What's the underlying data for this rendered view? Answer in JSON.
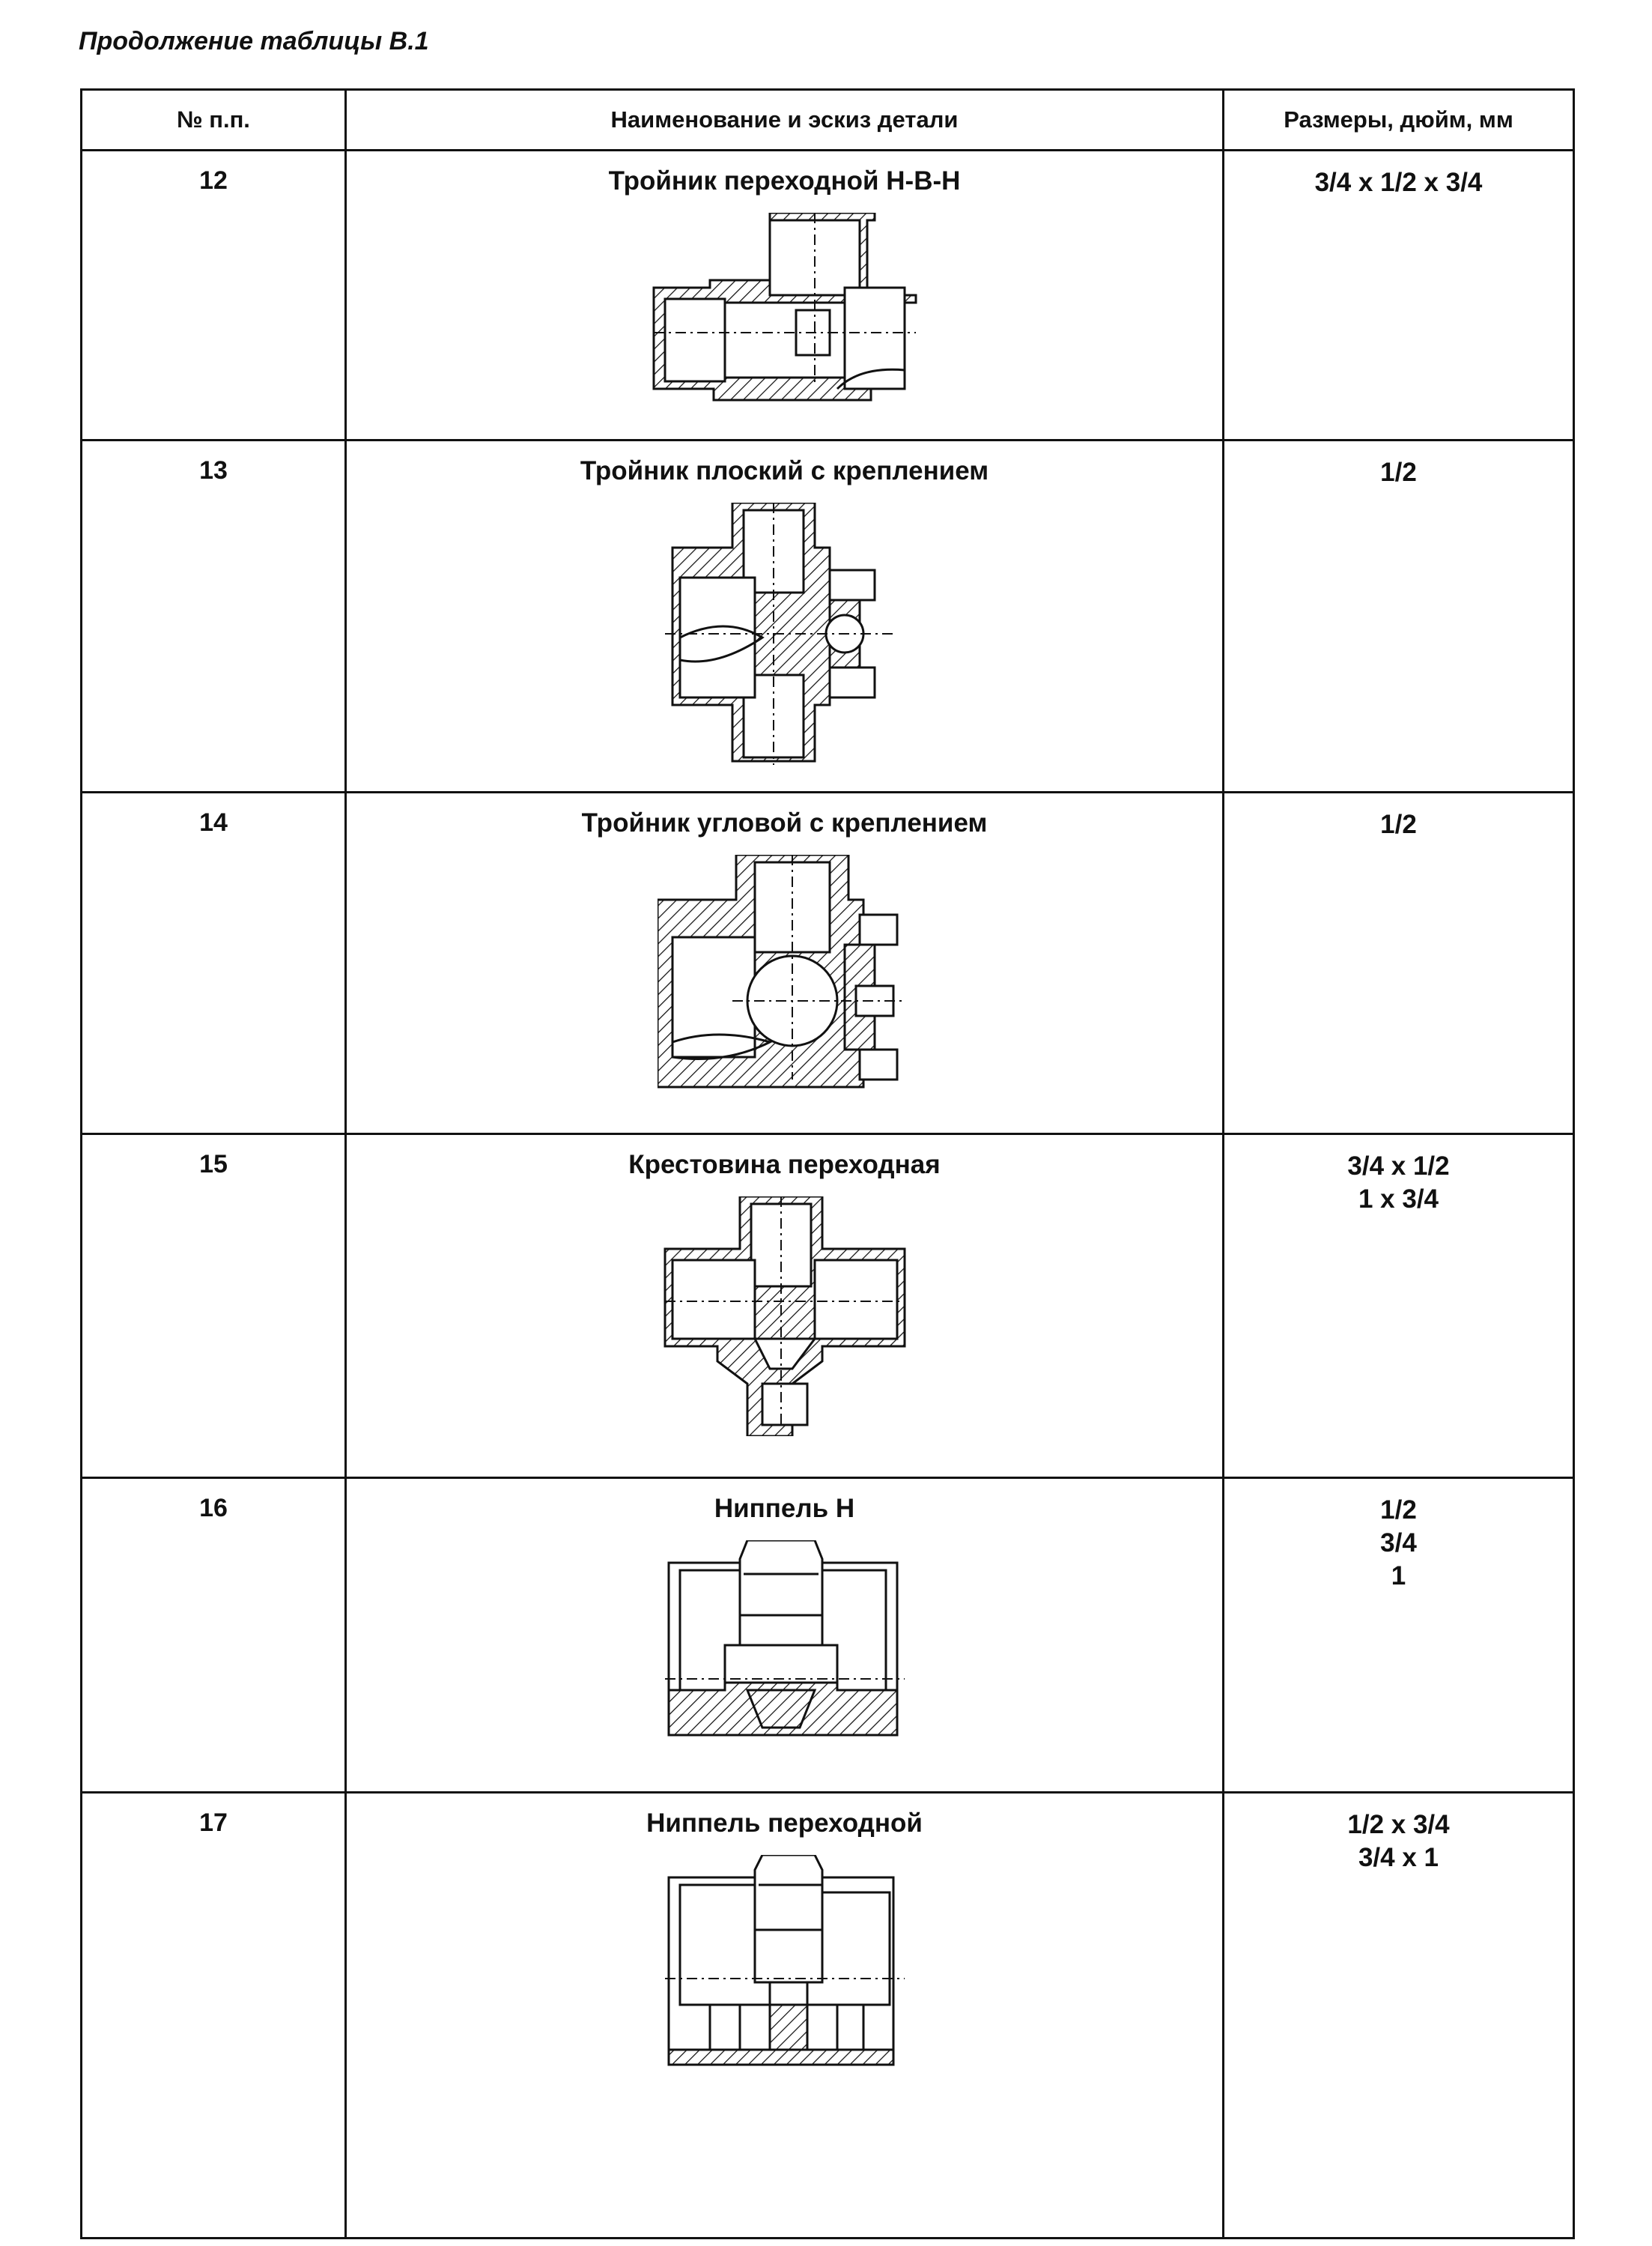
{
  "caption": "Продолжение таблицы В.1",
  "headers": {
    "num": "№ п.п.",
    "name": "Наименование и эскиз детали",
    "size": "Размеры, дюйм, мм"
  },
  "rows": [
    {
      "num": "12",
      "name": "Тройник переходной Н-В-Н",
      "sizes": [
        "3/4 x 1/2 x 3/4"
      ],
      "sketch": "tee-transition-sketch-icon"
    },
    {
      "num": "13",
      "name": "Тройник плоский с креплением",
      "sizes": [
        "1/2"
      ],
      "sketch": "flat-tee-mount-sketch-icon"
    },
    {
      "num": "14",
      "name": "Тройник угловой с креплением",
      "sizes": [
        "1/2"
      ],
      "sketch": "angle-tee-mount-sketch-icon"
    },
    {
      "num": "15",
      "name": "Крестовина переходная",
      "sizes": [
        "3/4 x 1/2",
        "1 x 3/4"
      ],
      "sketch": "cross-transition-sketch-icon"
    },
    {
      "num": "16",
      "name": "Ниппель Н",
      "sizes": [
        "1/2",
        "3/4",
        "1"
      ],
      "sketch": "nipple-sketch-icon"
    },
    {
      "num": "17",
      "name": "Ниппель переходной",
      "sizes": [
        "1/2 x 3/4",
        "3/4 x 1"
      ],
      "sketch": "nipple-transition-sketch-icon"
    }
  ]
}
